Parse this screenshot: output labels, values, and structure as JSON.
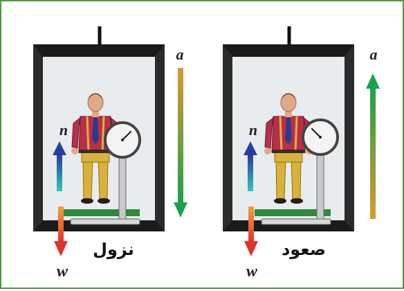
{
  "panels": [
    {
      "label": "نزول",
      "accel_symbol": "a",
      "accel_direction": "down",
      "normal_symbol": "n",
      "weight_symbol": "w",
      "gauge_needle_angle_deg": 135
    },
    {
      "label": "صعود",
      "accel_symbol": "a",
      "accel_direction": "up",
      "normal_symbol": "n",
      "weight_symbol": "w",
      "gauge_needle_angle_deg": 45
    }
  ],
  "colors": {
    "frame_border": "#4e9a3a",
    "elevator_dark": "#2b2b2b",
    "elevator_inner": "#e9ecee",
    "accel_start": "#e0972e",
    "accel_end": "#1aa24a",
    "normal_start": "#35c4c0",
    "normal_end": "#283e9e",
    "weight_start": "#f0a13a",
    "weight_end": "#e0312a"
  }
}
